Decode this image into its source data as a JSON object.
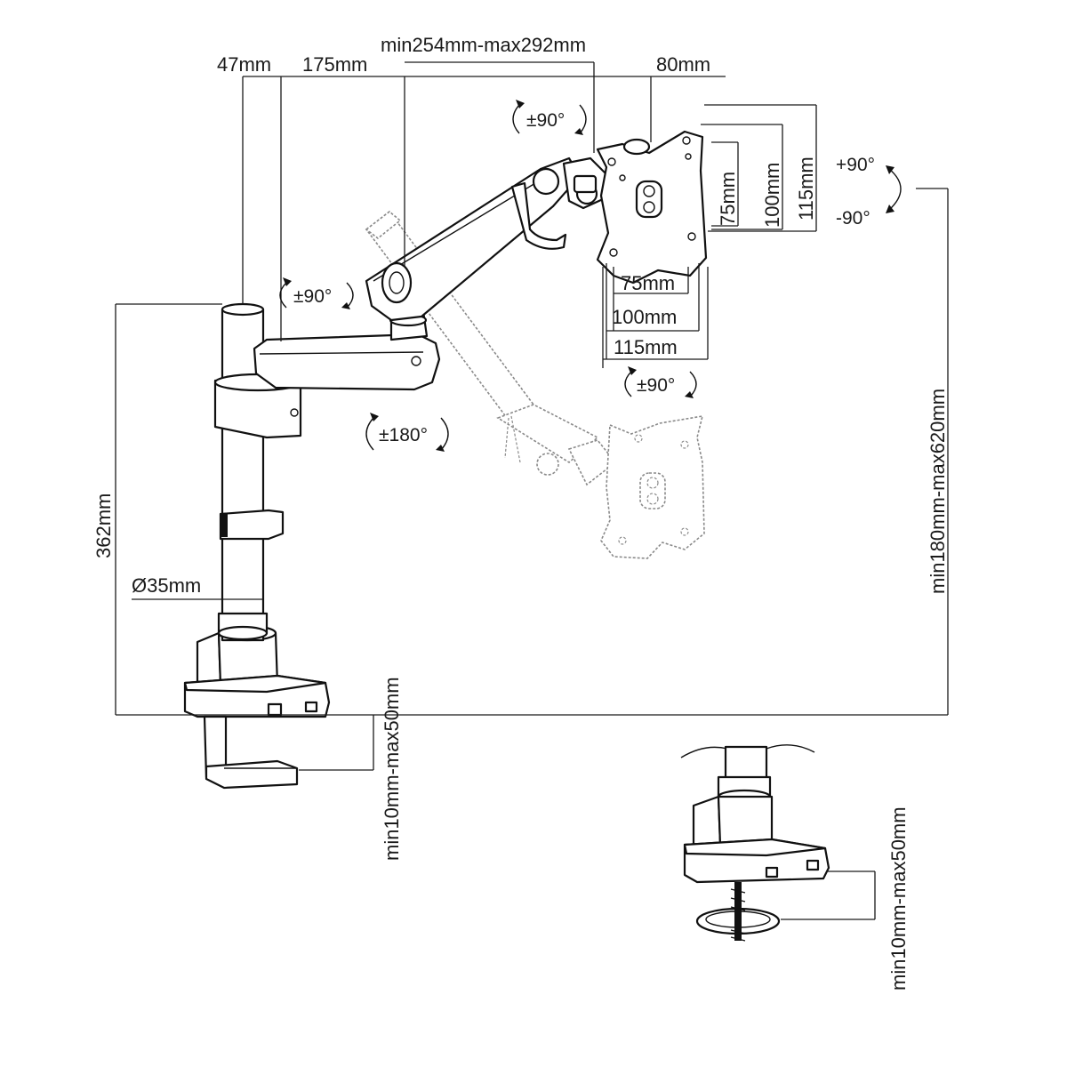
{
  "dimensions": {
    "top_47": "47mm",
    "top_175": "175mm",
    "top_arm_range": "min254mm-max292mm",
    "top_80": "80mm",
    "pole_height": "362mm",
    "pole_diameter": "Ø35mm",
    "total_height_range": "min180mm-max620mm",
    "clamp_thickness": "min10mm-max50mm",
    "grommet_thickness": "min10mm-max50mm",
    "vesa_v_75": "75mm",
    "vesa_v_100": "100mm",
    "vesa_v_115": "115mm",
    "vesa_h_75": "75mm",
    "vesa_h_100": "100mm",
    "vesa_h_115": "115mm"
  },
  "rotations": {
    "head_pan": "±90°",
    "arm_joint": "±90°",
    "base_swivel": "±180°",
    "screen_rotate": "±90°",
    "tilt_up": "+90°",
    "tilt_down": "-90°"
  }
}
